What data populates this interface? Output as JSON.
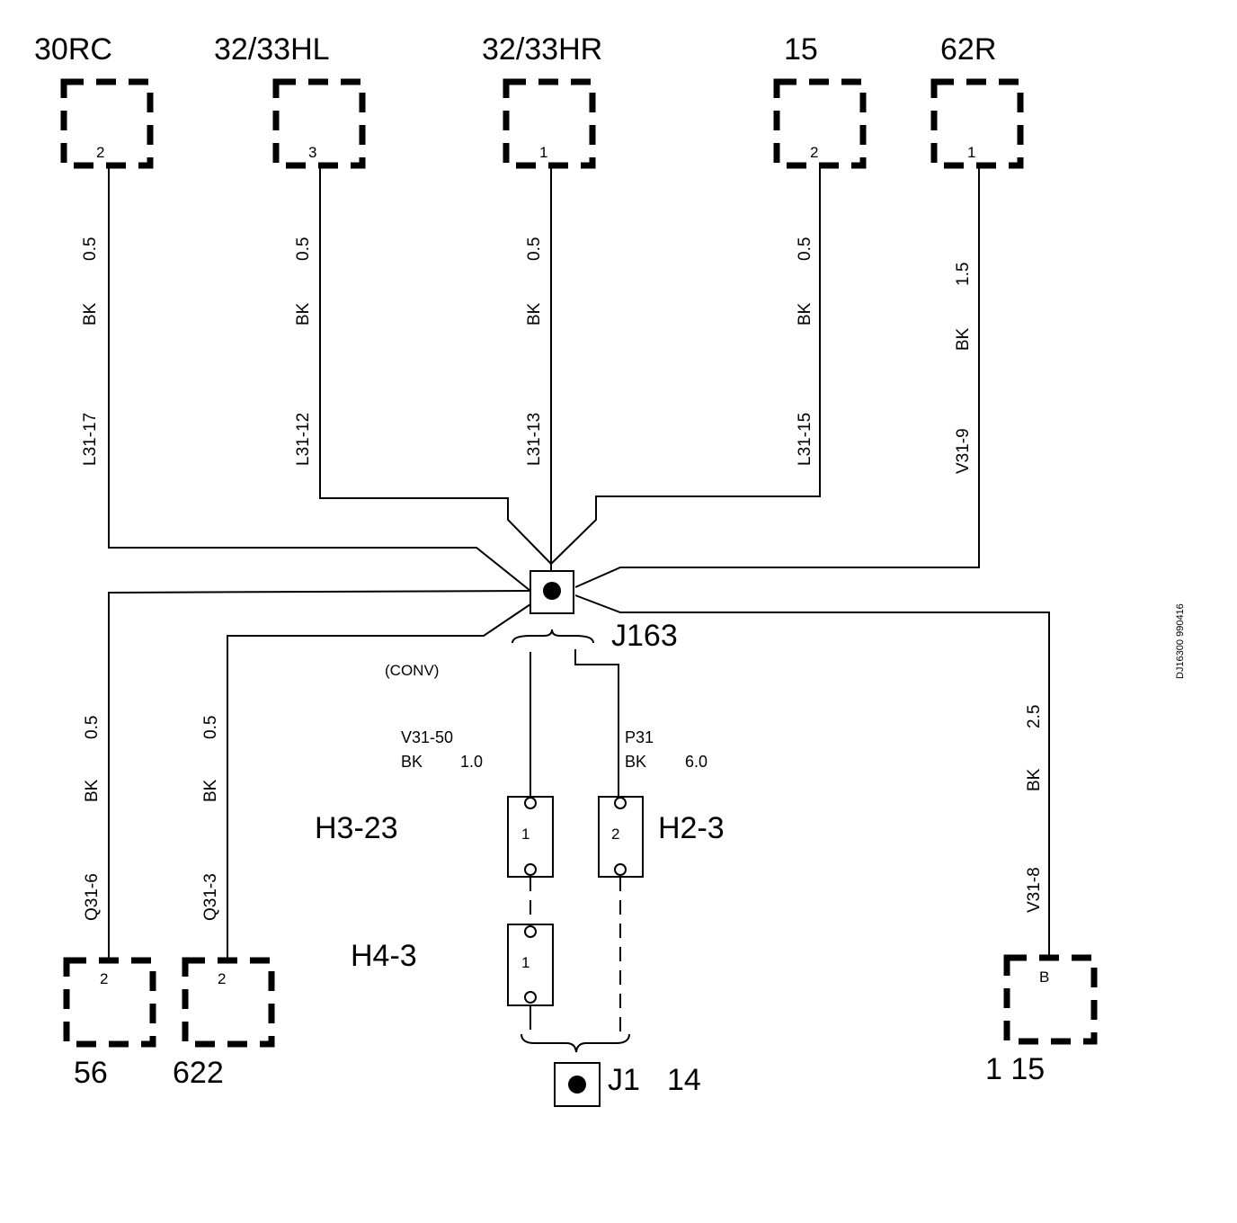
{
  "top_connectors": [
    {
      "name": "30RC",
      "pin": "2",
      "wire": "L31-17",
      "color": "BK",
      "size": "0.5"
    },
    {
      "name": "32/33HL",
      "pin": "3",
      "wire": "L31-12",
      "color": "BK",
      "size": "0.5"
    },
    {
      "name": "32/33HR",
      "pin": "1",
      "wire": "L31-13",
      "color": "BK",
      "size": "0.5"
    },
    {
      "name": "15",
      "pin": "2",
      "wire": "L31-15",
      "color": "BK",
      "size": "0.5"
    },
    {
      "name": "62R",
      "pin": "1",
      "wire": "V31-9",
      "color": "BK",
      "size": "1.5"
    }
  ],
  "bottom_connectors": [
    {
      "name": "56",
      "pin": "2",
      "wire": "Q31-6",
      "color": "BK",
      "size": "0.5"
    },
    {
      "name": "622",
      "pin": "2",
      "wire": "Q31-3",
      "color": "BK",
      "size": "0.5"
    },
    {
      "name": "1 15",
      "pin": "B",
      "wire": "V31-8",
      "color": "BK",
      "size": "2.5"
    }
  ],
  "junction": {
    "label": "J163",
    "note": "(CONV)"
  },
  "branch_left": {
    "wire": "V31-50",
    "color": "BK",
    "size": "1.0"
  },
  "branch_right": {
    "wire": "P31",
    "color": "BK",
    "size": "6.0"
  },
  "fuses": [
    {
      "label": "H3-23",
      "pin": "1"
    },
    {
      "label": "H2-3",
      "pin": "2"
    },
    {
      "label": "H4-3",
      "pin": "1"
    }
  ],
  "ground": {
    "label": "J1",
    "number": "14"
  },
  "doc_id": "DJ16300 990416"
}
